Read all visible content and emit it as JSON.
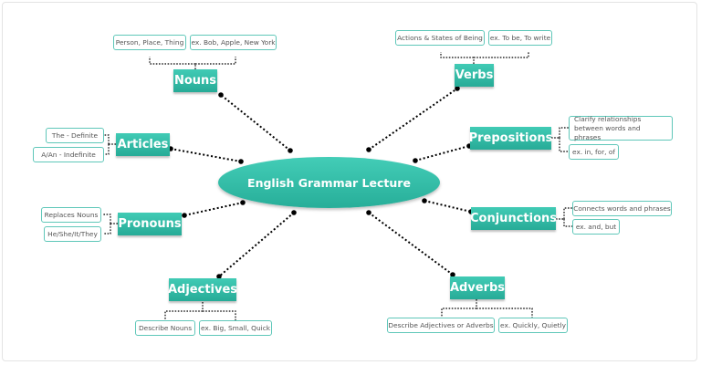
{
  "center": {
    "label": "English Grammar Lecture"
  },
  "topics": {
    "nouns": {
      "label": "Nouns",
      "details": [
        "Person, Place, Thing",
        "ex. Bob, Apple, New York"
      ]
    },
    "verbs": {
      "label": "Verbs",
      "details": [
        "Actions & States of Being",
        "ex. To be, To write"
      ]
    },
    "articles": {
      "label": "Articles",
      "details": [
        "The - Definite",
        "A/An - Indefinite"
      ]
    },
    "prepositions": {
      "label": "Prepositions",
      "details": [
        "Clarify relationships between words and phrases",
        "ex. in, for, of"
      ]
    },
    "pronouns": {
      "label": "Pronouns",
      "details": [
        "Replaces Nouns",
        "He/She/It/They"
      ]
    },
    "conjunctions": {
      "label": "Conjunctions",
      "details": [
        "Connects words and phrases",
        "ex. and, but"
      ]
    },
    "adjectives": {
      "label": "Adjectives",
      "details": [
        "Describe Nouns",
        "ex. Big, Small, Quick"
      ]
    },
    "adverbs": {
      "label": "Adverbs",
      "details": [
        "Describe Adjectives or Adverbs",
        "ex. Quickly, Quietly"
      ]
    }
  },
  "colors": {
    "accent": "#2fbba6",
    "connector": "#000000",
    "leaf_border": "#5fc7b9"
  }
}
